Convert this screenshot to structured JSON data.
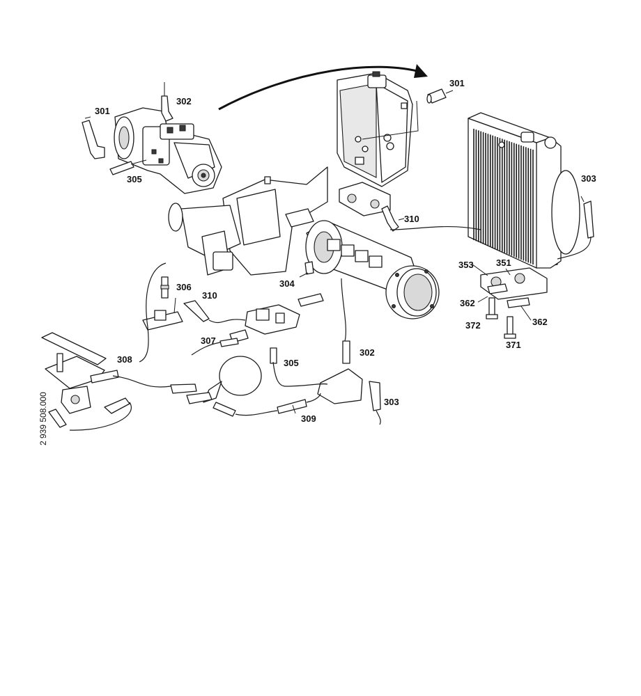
{
  "document_number": "2 939 508.000",
  "callouts": {
    "c301_pump": "301",
    "c302_pump": "302",
    "c305_pump": "305",
    "c301_tank": "301",
    "c303_cooler": "303",
    "c310_bracket": "310",
    "c304_axle": "304",
    "c353": "353",
    "c351": "351",
    "c362_left": "362",
    "c372": "372",
    "c362_right": "362",
    "c371": "371",
    "c306": "306",
    "c310_lower": "310",
    "c307": "307",
    "c305_lower": "305",
    "c308": "308",
    "c302_lower": "302",
    "c303_lower": "303",
    "c309": "309"
  }
}
